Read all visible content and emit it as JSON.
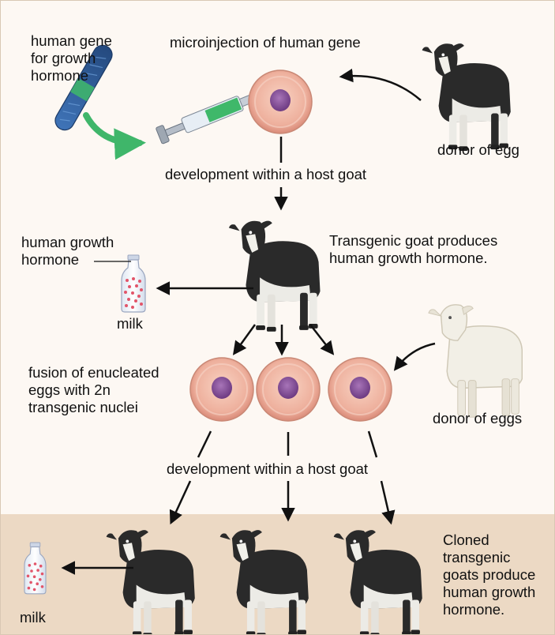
{
  "labels": {
    "human_gene": "human gene\nfor growth\nhormone",
    "microinjection": "microinjection of human gene",
    "donor_of_egg": "donor of egg",
    "development_1": "development within a host goat",
    "human_growth_hormone": "human growth\nhormone",
    "transgenic_goat": "Transgenic goat produces\nhuman growth hormone.",
    "milk_1": "milk",
    "fusion": "fusion of enucleated\neggs with 2n\ntransgenic nuclei",
    "donor_of_eggs": "donor of eggs",
    "development_2": "development within a host goat",
    "cloned_goats": "Cloned\ntransgenic\ngoats produce\nhuman growth\nhormone.",
    "milk_2": "milk"
  },
  "icons": {
    "chromosome": "chromosome-icon",
    "syringe": "syringe-icon",
    "egg": "egg-cell-icon",
    "black_goat": "black-white-goat-icon",
    "white_goat": "white-goat-icon",
    "milk_bottle": "milk-bottle-icon"
  },
  "colors": {
    "background": "#fdf8f3",
    "bottom_band": "#ecd9c4",
    "egg_cell": "#f0b8a6",
    "nucleus": "#8a4f9a",
    "chromosome": "#2f5e9e",
    "gene_highlight": "#46b86a",
    "arrow": "#111111"
  }
}
